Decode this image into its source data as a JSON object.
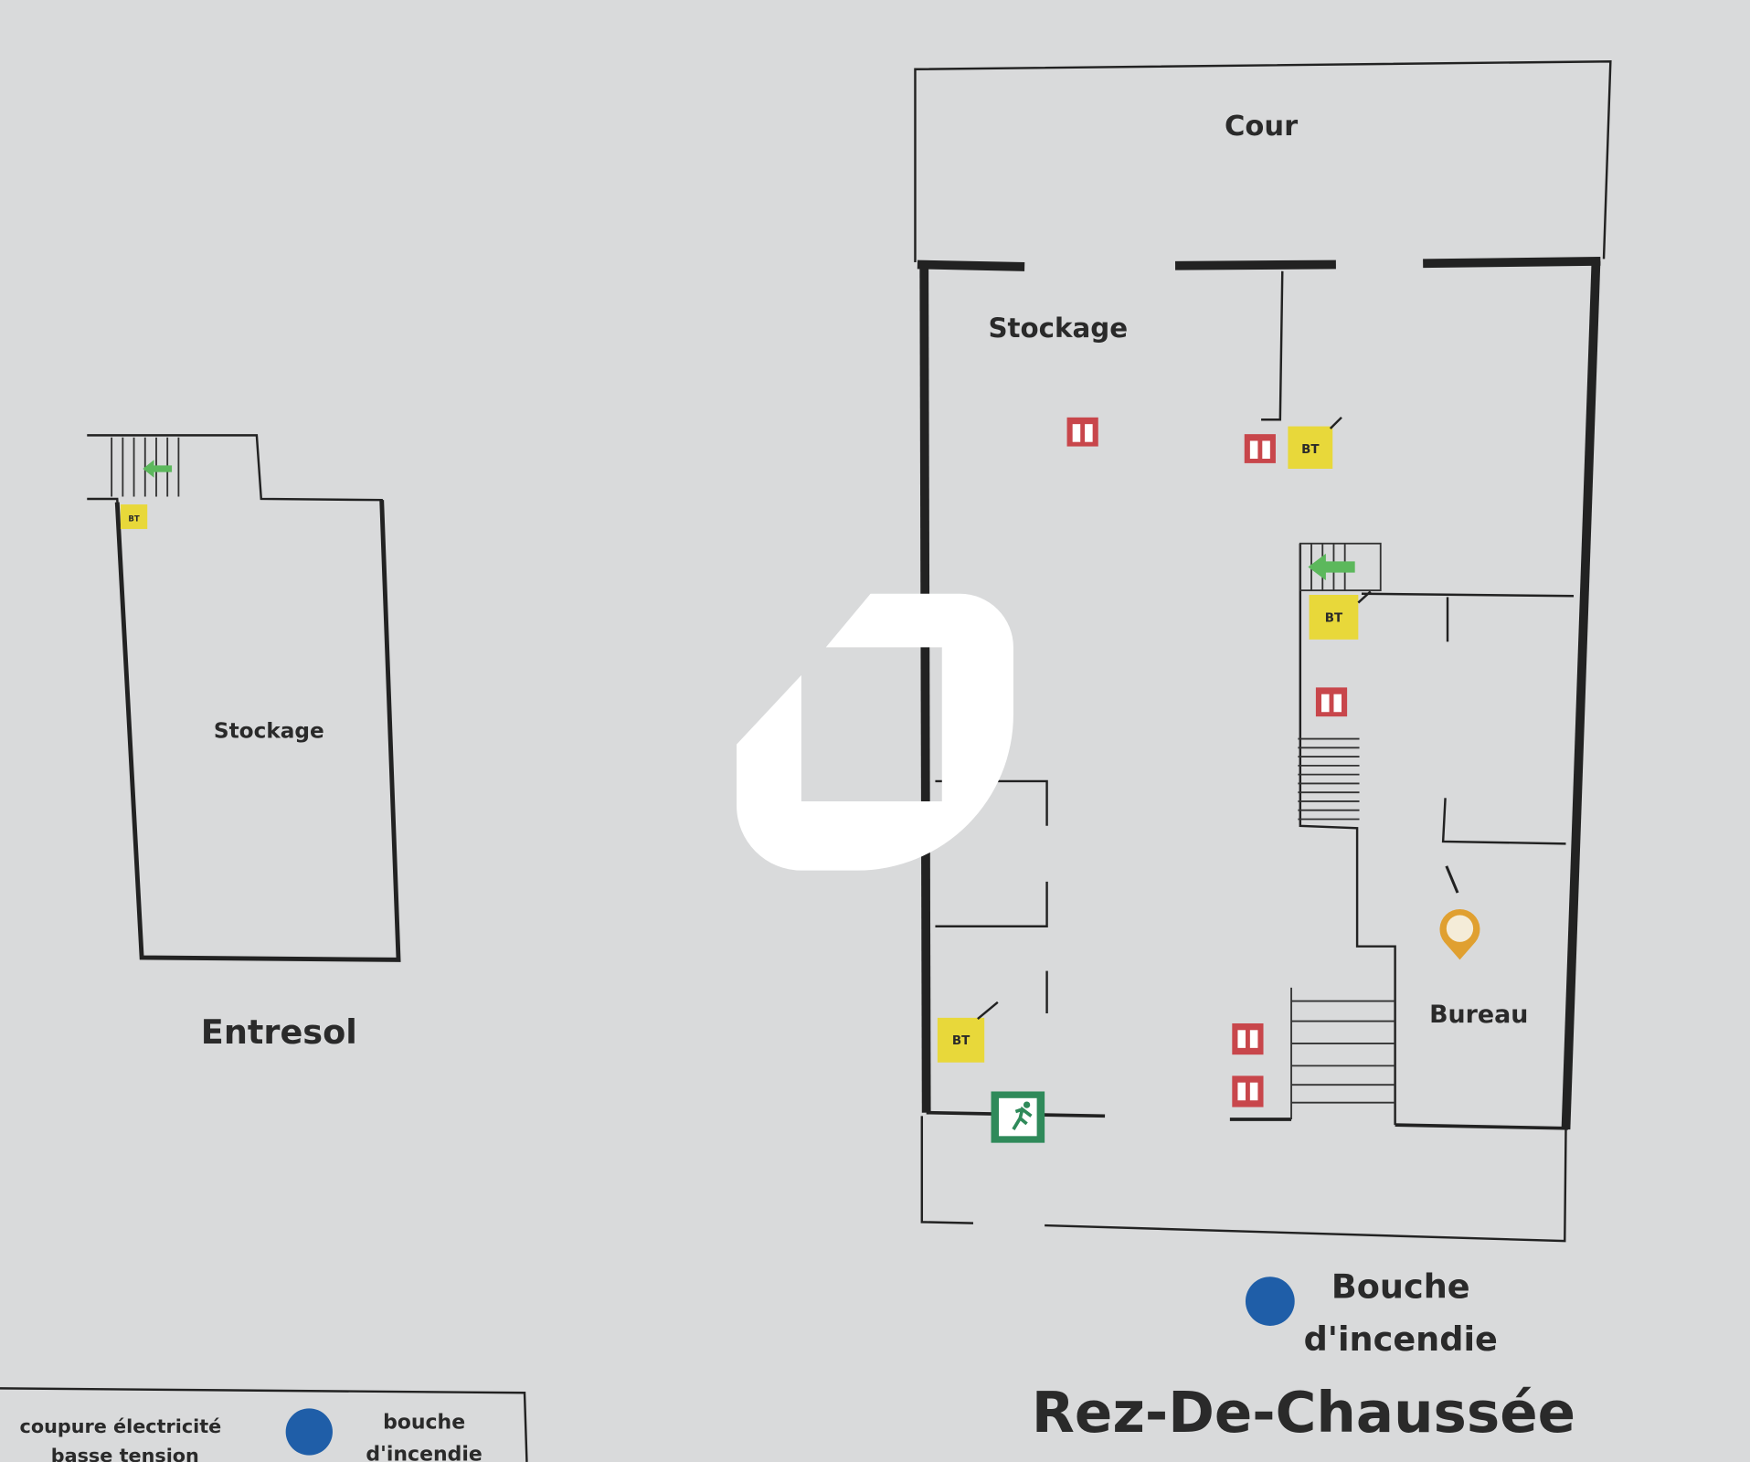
{
  "plan": {
    "entresol": {
      "title": "Entresol",
      "room": "Stockage",
      "badge": "BT"
    },
    "rdc": {
      "title": "Rez-De-Chaussée",
      "rooms": {
        "cour": "Cour",
        "stockage": "Stockage",
        "bureau": "Bureau"
      },
      "badges": [
        "BT",
        "BT",
        "BT"
      ],
      "hydrant_legend": [
        "Bouche",
        "d'incendie"
      ]
    },
    "legend": {
      "item1": [
        "coupure électricité",
        "basse tension"
      ],
      "item2": [
        "bouche",
        "d'incendie"
      ]
    }
  },
  "colors": {
    "paper": "#d9dadb",
    "wall": "#222222",
    "bt_yellow": "#e8d83a",
    "extinguisher_red": "#c8464b",
    "exit_green": "#2f8a5a",
    "hydrant_blue": "#1f5ea8",
    "marker_orange": "#e0a030"
  }
}
